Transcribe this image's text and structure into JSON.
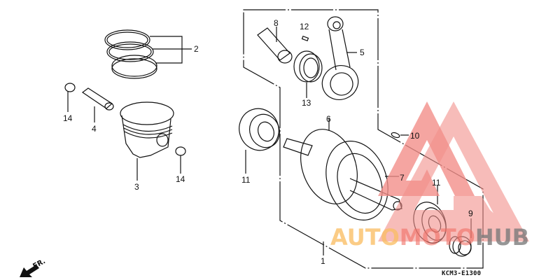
{
  "diagram": {
    "type": "exploded-parts-diagram",
    "subject": "Piston / Crankshaft assembly",
    "diagram_code": "KCM3-E1300",
    "orientation_marker": "FR.",
    "callouts": [
      {
        "num": "1",
        "part": "crankshaft assembly (bracket)"
      },
      {
        "num": "2",
        "part": "piston ring set"
      },
      {
        "num": "3",
        "part": "piston"
      },
      {
        "num": "4",
        "part": "piston pin"
      },
      {
        "num": "5",
        "part": "connecting rod"
      },
      {
        "num": "6",
        "part": "crankshaft flywheel"
      },
      {
        "num": "7",
        "part": "crank pin"
      },
      {
        "num": "8",
        "part": "crank pin (cylinder)"
      },
      {
        "num": "9",
        "part": "timing gear"
      },
      {
        "num": "10",
        "part": "woodruff key"
      },
      {
        "num": "11",
        "part": "radial ball bearing"
      },
      {
        "num": "11",
        "part": "radial ball bearing"
      },
      {
        "num": "12",
        "part": "pin"
      },
      {
        "num": "13",
        "part": "needle bearing"
      },
      {
        "num": "14",
        "part": "piston pin clip"
      },
      {
        "num": "14",
        "part": "piston pin clip"
      }
    ]
  },
  "labels": {
    "l1": "1",
    "l2": "2",
    "l3": "3",
    "l4": "4",
    "l5": "5",
    "l6": "6",
    "l7": "7",
    "l8": "8",
    "l9": "9",
    "l10": "10",
    "l11a": "11",
    "l11b": "11",
    "l12": "12",
    "l13": "13",
    "l14a": "14",
    "l14b": "14"
  },
  "footer": {
    "code": "KCM3-E1300",
    "front_marker": "FR."
  },
  "watermark": {
    "part1": "AUTO",
    "part2": "MOTO",
    "part3": "HUB",
    "colors": {
      "auto": "#FABE64",
      "moto": "#F06E64",
      "hub": "#787878",
      "logo": "#F28F8A"
    }
  }
}
